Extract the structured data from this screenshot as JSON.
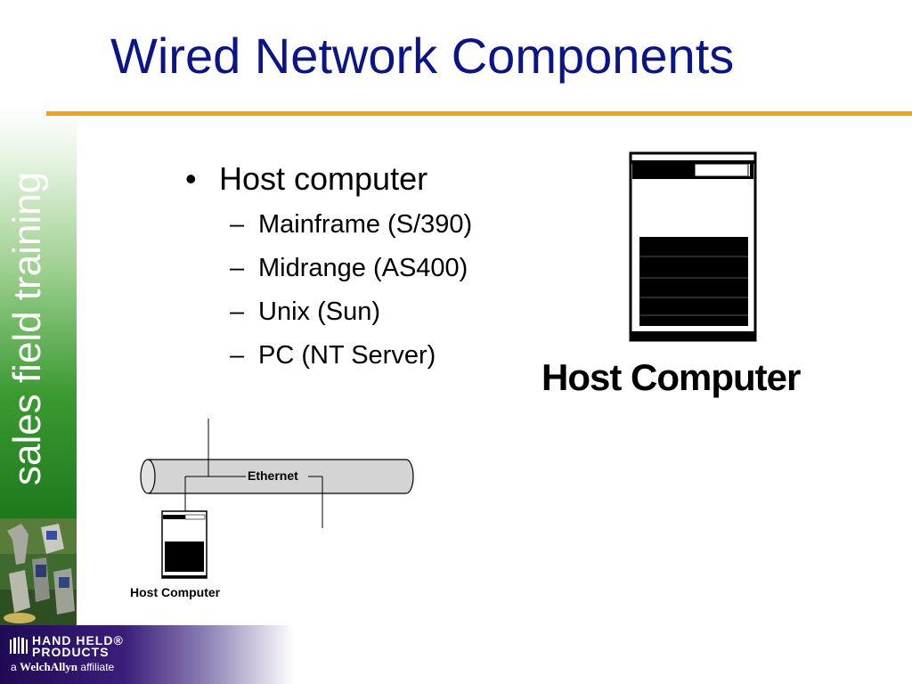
{
  "slide": {
    "title": "Wired Network Components",
    "sidebar_text": "sales field training",
    "accent_color": "#f0a21a",
    "title_color": "#0b1488"
  },
  "bullets": {
    "main": "Host computer",
    "bullet_symbol": "•",
    "dash_symbol": "–",
    "sub_items": [
      "Mainframe (S/390)",
      "Midrange (AS400)",
      "Unix (Sun)",
      "PC (NT Server)"
    ]
  },
  "illustration": {
    "large_label": "Host Computer",
    "ethernet_label": "Ethernet",
    "small_label": "Host Computer"
  },
  "branding": {
    "line1": "HAND HELD®",
    "line2": "PRODUCTS",
    "prefix": "a",
    "parent": "WelchAllyn",
    "suffix": "affiliate"
  }
}
